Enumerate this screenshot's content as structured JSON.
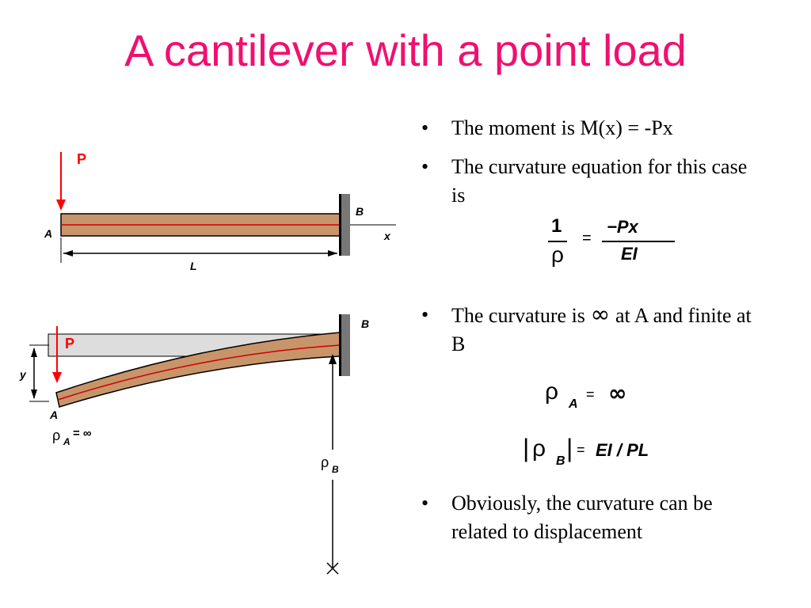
{
  "slide": {
    "title": "A cantilever with a point load"
  },
  "bullets": [
    {
      "marker": "•",
      "text": "The moment is M(x) = -Px"
    },
    {
      "marker": "•",
      "text": "The curvature equation for this case is"
    },
    {
      "marker": "•",
      "text_before": "The curvature is",
      "text_symbol": "∞",
      "text_after": "at A and finite at B"
    },
    {
      "marker": "•",
      "text": "Obviously, the curvature can be related to displacement"
    }
  ],
  "formulas": {
    "curvature_eq": {
      "numerator_left": "1",
      "denominator_left": "ρ",
      "equals": "=",
      "numerator_right": "−Px",
      "denominator_right": "EI"
    },
    "rho_a": {
      "rho": "ρ",
      "sub": "A",
      "equals": "=",
      "value": "∞"
    },
    "rho_b": {
      "open_bar": "|",
      "rho": "ρ",
      "sub": "B",
      "close_bar": "|",
      "equals": "=",
      "value": "EI / PL"
    }
  },
  "diagram_top": {
    "load_label": "P",
    "end_a_label": "A",
    "end_b_label": "B",
    "axis_label": "x",
    "length_label": "L"
  },
  "diagram_bottom": {
    "load_label": "P",
    "end_a_label": "A",
    "end_b_label": "B",
    "deflection_label": "y",
    "rho_a_label": "ρ",
    "rho_a_sub": "A",
    "rho_a_value": "= ∞",
    "rho_b_label": "ρ",
    "rho_b_sub": "B"
  },
  "colors": {
    "title": "#f01070",
    "beam_fill": "#c8946a",
    "beam_centerline": "#cc0000",
    "load_arrow": "#ff0000",
    "wall": "#777777",
    "undeformed_beam": "#dddddd"
  }
}
